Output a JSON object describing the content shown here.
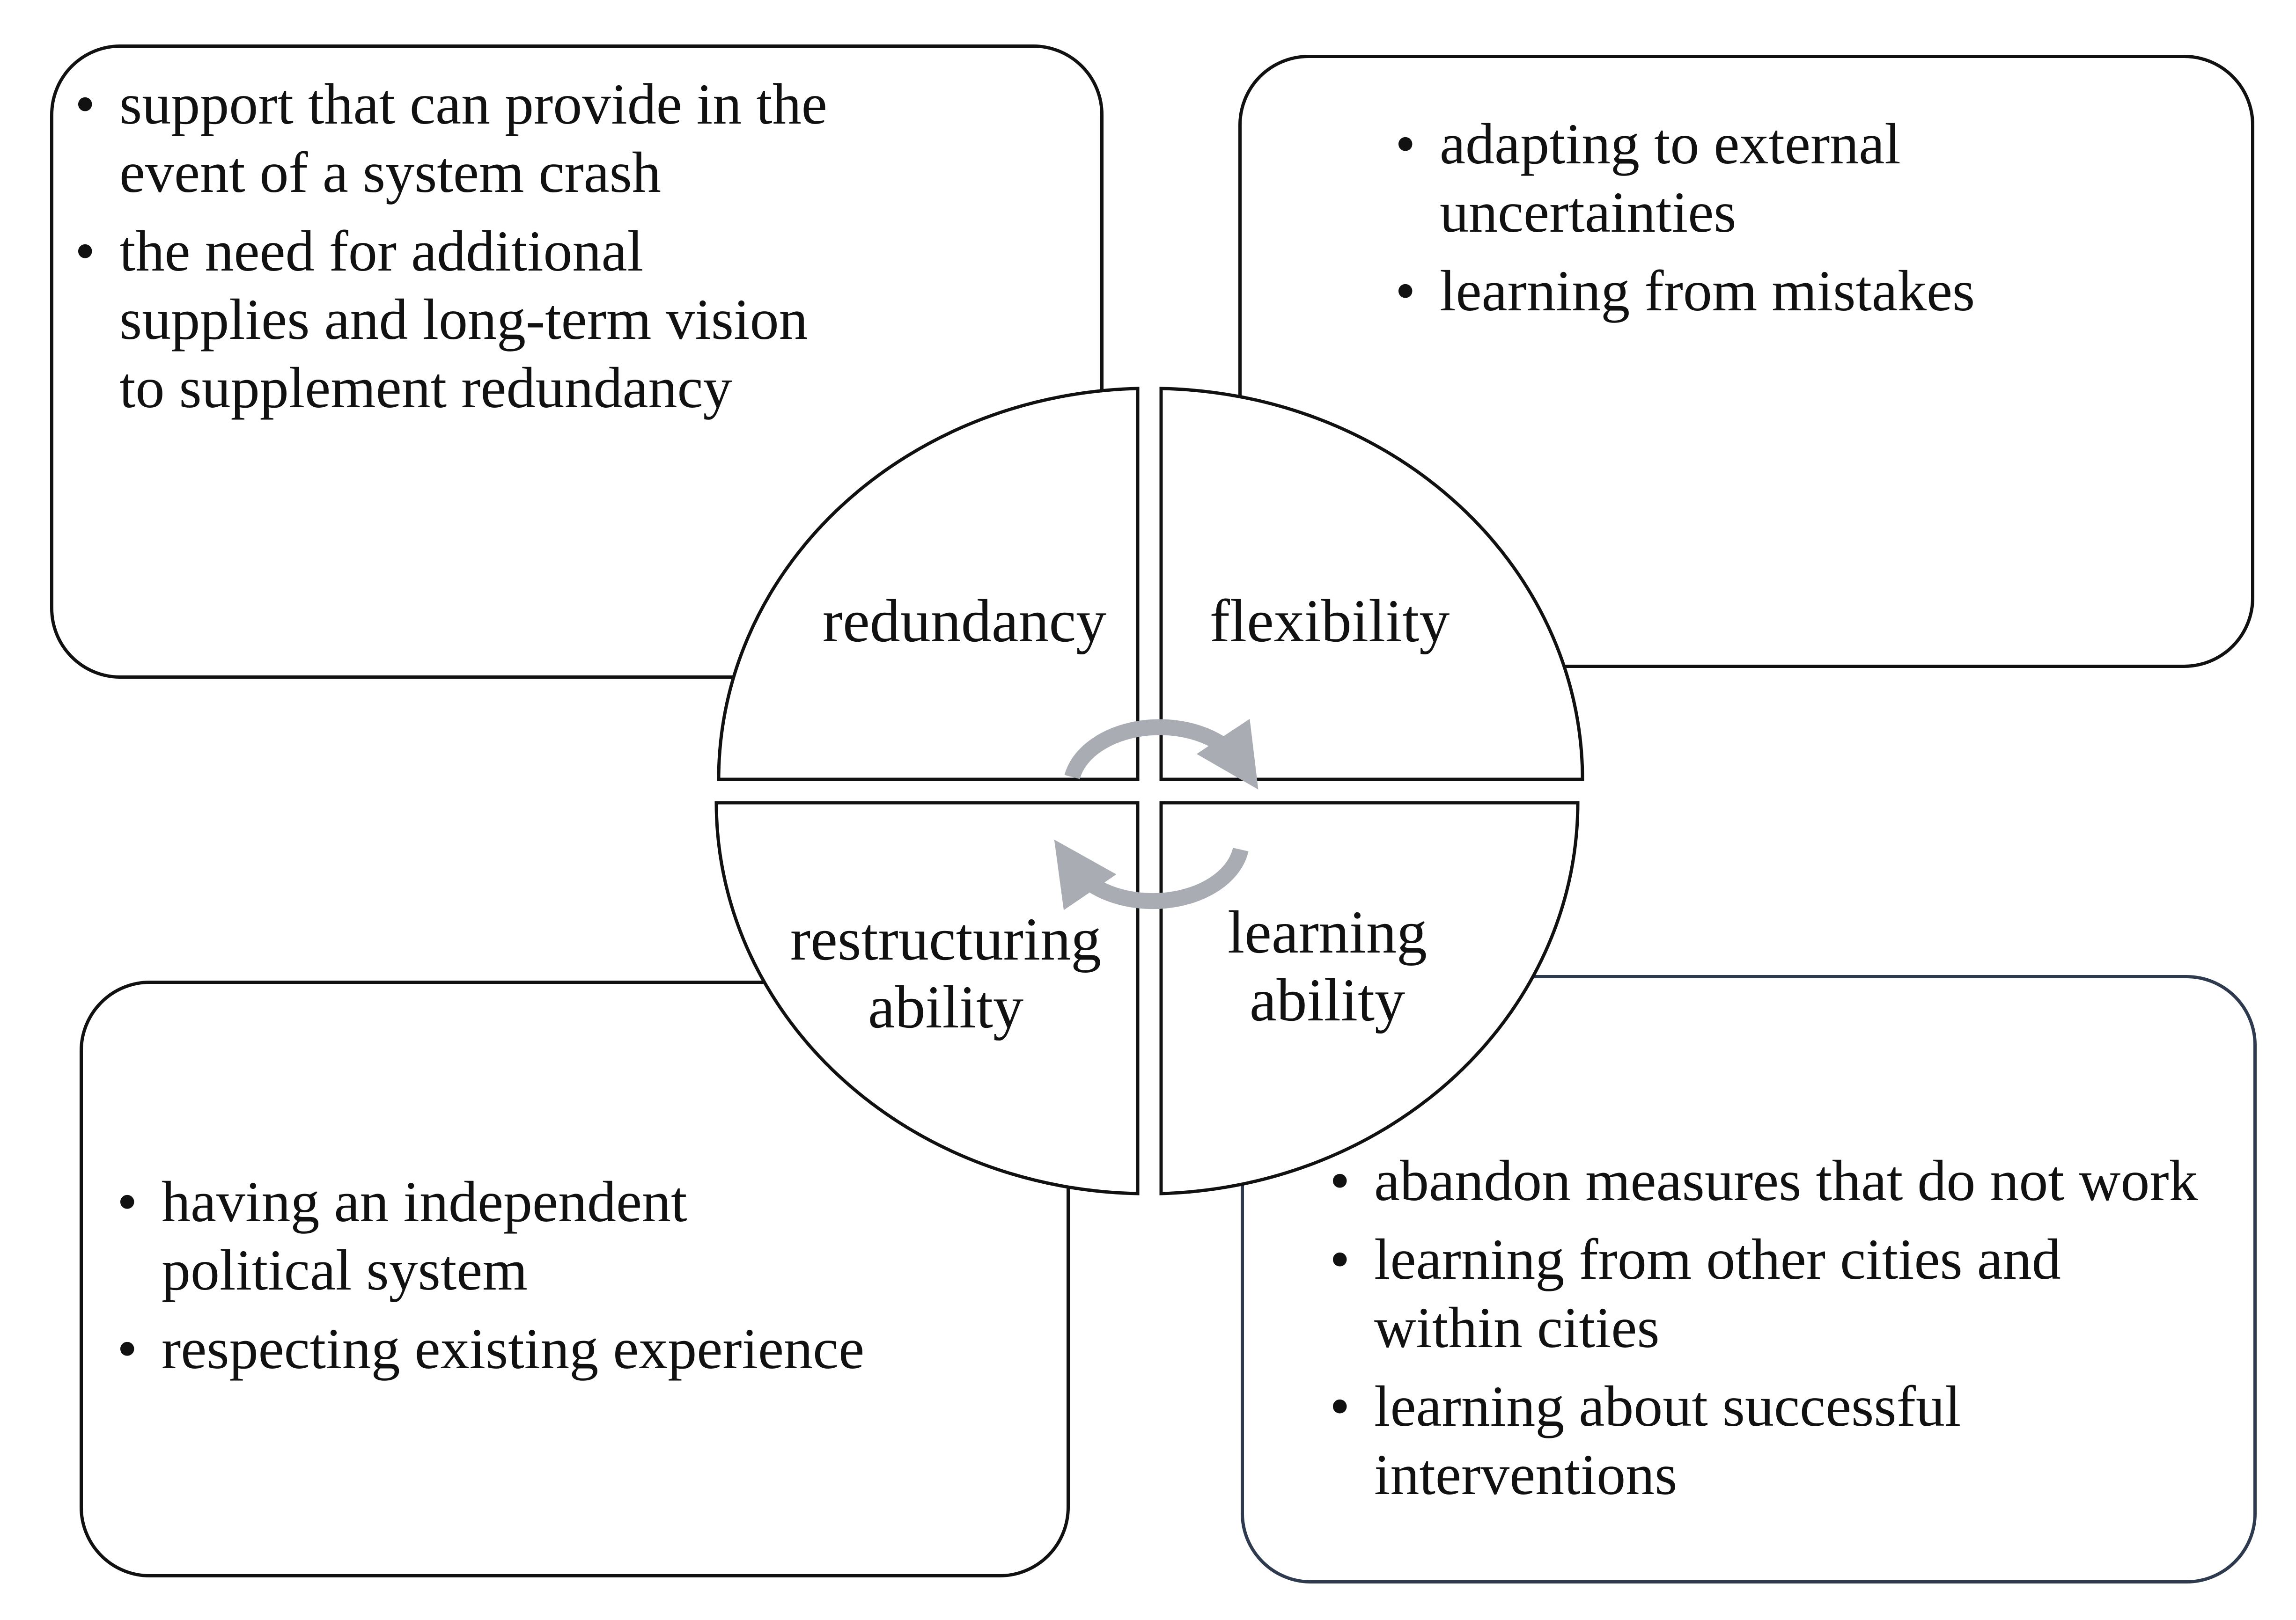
{
  "quadrants": {
    "redundancy": "redundancy",
    "flexibility": "flexibility",
    "restructuring_line1": "restructuring",
    "restructuring_line2": "ability",
    "learning_line1": "learning",
    "learning_line2": "ability"
  },
  "boxes": {
    "top_left": {
      "items": [
        [
          "support that can provide in the",
          "event of a system crash"
        ],
        [
          "the need for additional",
          "supplies and long-term vision",
          "to supplement redundancy"
        ]
      ]
    },
    "top_right": {
      "items": [
        [
          "adapting to external",
          "uncertainties"
        ],
        [
          "learning from mistakes"
        ]
      ]
    },
    "bottom_left": {
      "items": [
        [
          "having an independent",
          "political system"
        ],
        [
          "respecting existing experience"
        ]
      ]
    },
    "bottom_right": {
      "items": [
        [
          "abandon measures that do not work"
        ],
        [
          "learning from other cities and",
          "within cities"
        ],
        [
          "learning about successful",
          "interventions"
        ]
      ]
    }
  },
  "bullet_glyph": "•",
  "colors": {
    "outline": "#111111",
    "accent_border": "#2e3a4e",
    "arrow": "#a9adb3"
  },
  "icons": {
    "cycle": "circular-arrows-icon"
  }
}
